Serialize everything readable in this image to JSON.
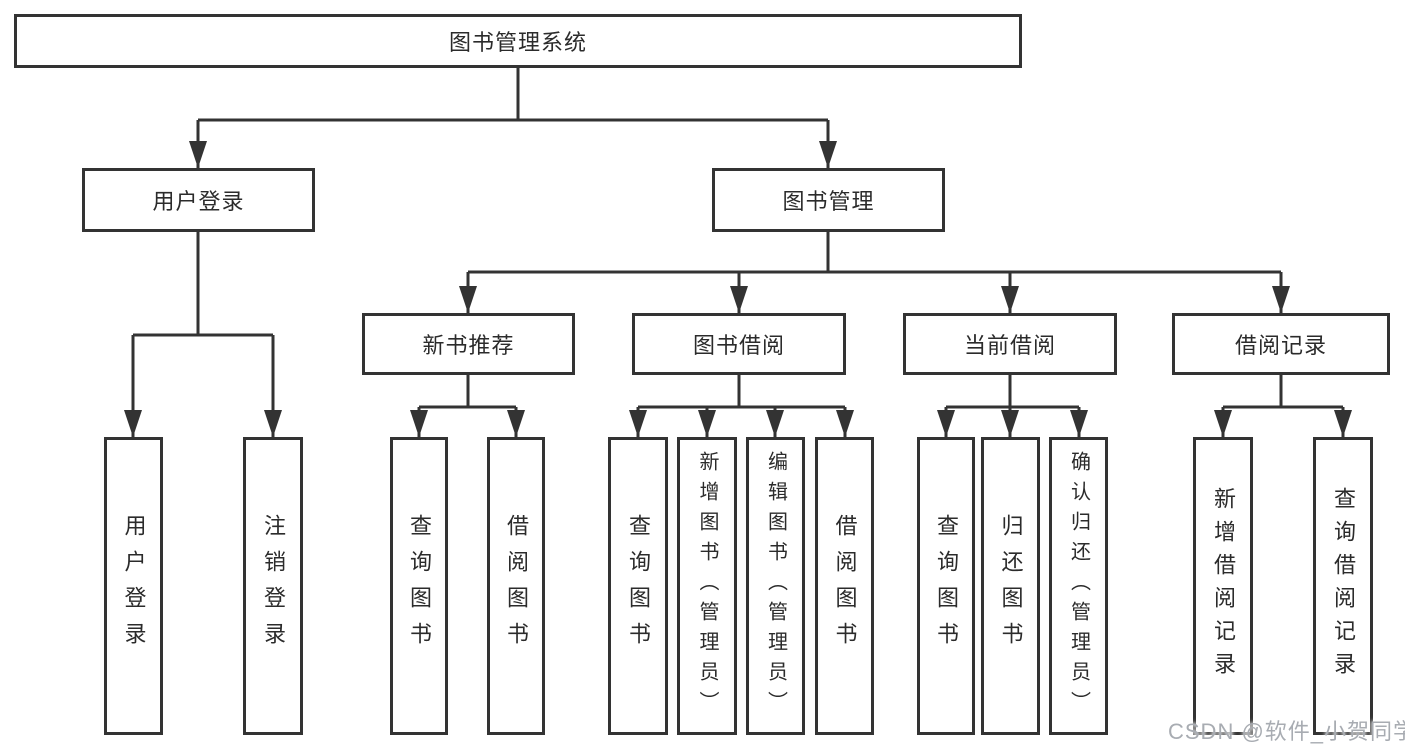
{
  "tree": {
    "label": "图书管理系统",
    "children": [
      {
        "label": "用户登录",
        "children": [
          {
            "label": "用户登录"
          },
          {
            "label": "注销登录"
          }
        ]
      },
      {
        "label": "图书管理",
        "children": [
          {
            "label": "新书推荐",
            "children": [
              {
                "label": "查询图书"
              },
              {
                "label": "借阅图书"
              }
            ]
          },
          {
            "label": "图书借阅",
            "children": [
              {
                "label": "查询图书"
              },
              {
                "label": "新增图书（管理员）"
              },
              {
                "label": "编辑图书（管理员）"
              },
              {
                "label": "借阅图书"
              }
            ]
          },
          {
            "label": "当前借阅",
            "children": [
              {
                "label": "查询图书"
              },
              {
                "label": "归还图书"
              },
              {
                "label": "确认归还（管理员）"
              }
            ]
          },
          {
            "label": "借阅记录",
            "children": [
              {
                "label": "新增借阅记录"
              },
              {
                "label": "查询借阅记录"
              }
            ]
          }
        ]
      }
    ]
  },
  "watermark": {
    "text": "CSDN @软件_小贺同学"
  },
  "colors": {
    "line": "#333333",
    "text": "#2b2b2b",
    "watermark": "#a8acb2",
    "background": "#ffffff"
  }
}
